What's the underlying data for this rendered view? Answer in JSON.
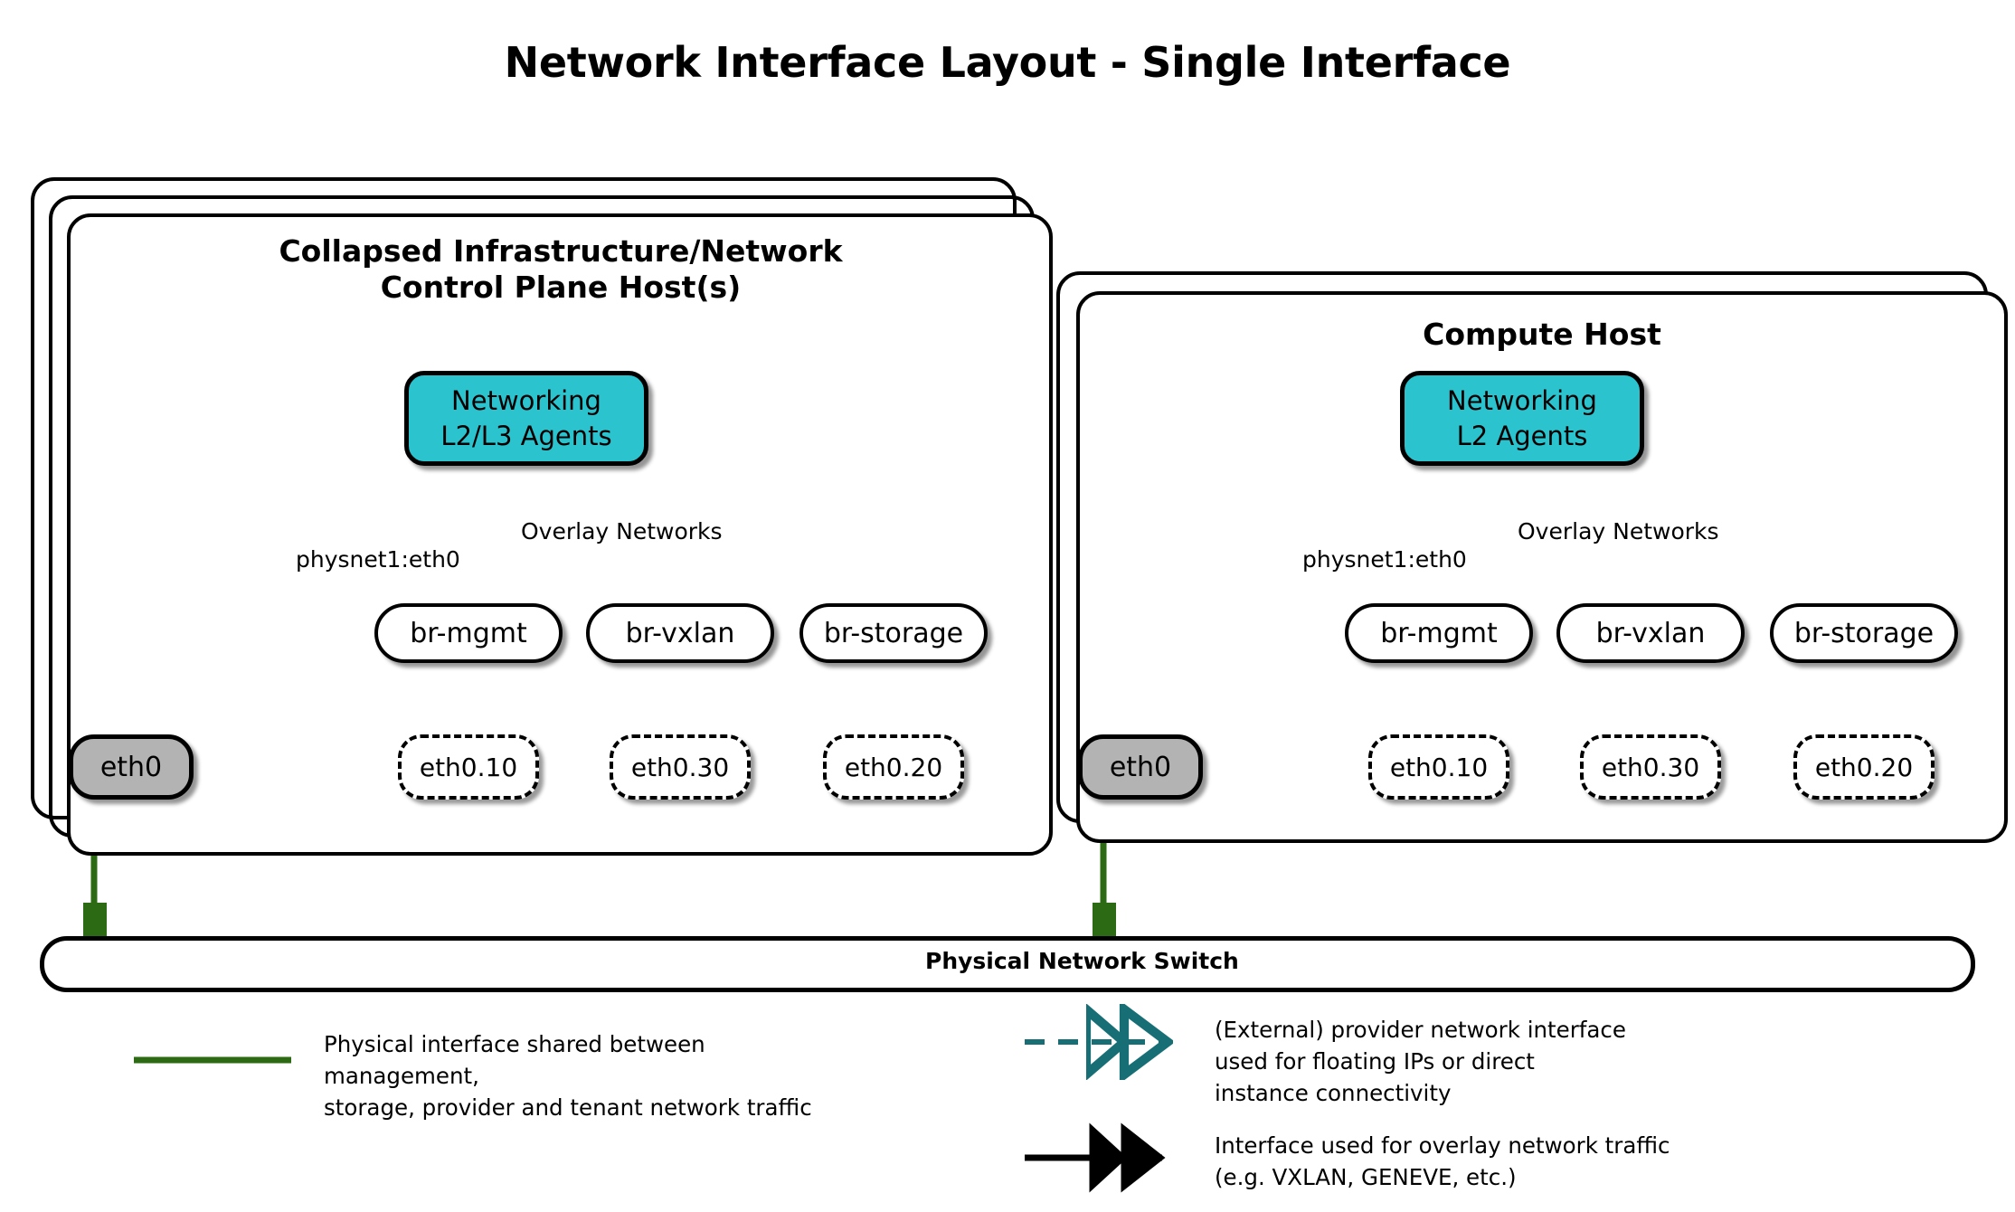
{
  "title": "Network Interface Layout - Single Interface",
  "colors": {
    "agent_fill": "#2ac3ce",
    "phys_fill": "#b3b3b3",
    "provider_link": "#176f75",
    "physical_link": "#2d6a14",
    "overlay_link": "#000000",
    "stroke": "#000000",
    "background": "#ffffff"
  },
  "hosts": [
    {
      "id": "control-plane",
      "title": "Collapsed Infrastructure/Network\nControl Plane Host(s)",
      "title_line1": "Collapsed Infrastructure/Network",
      "title_line2": "Control Plane Host(s)",
      "stack_count": 3,
      "agent": {
        "line1": "Networking",
        "line2": "L2/L3 Agents"
      },
      "edge_labels": {
        "provider": "physnet1:eth0",
        "overlay": "Overlay Networks"
      },
      "physical_interface": "eth0",
      "bridges": [
        {
          "name": "br-mgmt",
          "vlan": "eth0.10"
        },
        {
          "name": "br-vxlan",
          "vlan": "eth0.30"
        },
        {
          "name": "br-storage",
          "vlan": "eth0.20"
        }
      ]
    },
    {
      "id": "compute",
      "title": "Compute Host",
      "title_line1": "Compute Host",
      "title_line2": "",
      "stack_count": 2,
      "agent": {
        "line1": "Networking",
        "line2": "L2 Agents"
      },
      "edge_labels": {
        "provider": "physnet1:eth0",
        "overlay": "Overlay Networks"
      },
      "physical_interface": "eth0",
      "bridges": [
        {
          "name": "br-mgmt",
          "vlan": "eth0.10"
        },
        {
          "name": "br-vxlan",
          "vlan": "eth0.30"
        },
        {
          "name": "br-storage",
          "vlan": "eth0.20"
        }
      ]
    }
  ],
  "switch": {
    "label": "Physical Network Switch"
  },
  "legend": [
    {
      "id": "physical",
      "style": "solid-green",
      "text": "Physical interface shared between management,\nstorage, provider and tenant network traffic"
    },
    {
      "id": "provider",
      "style": "dashed-teal-arrow",
      "text": "(External) provider network interface\nused for floating IPs or direct\ninstance connectivity"
    },
    {
      "id": "overlay",
      "style": "solid-black-arrow",
      "text": "Interface used for overlay network traffic\n(e.g. VXLAN, GENEVE, etc.)"
    }
  ]
}
